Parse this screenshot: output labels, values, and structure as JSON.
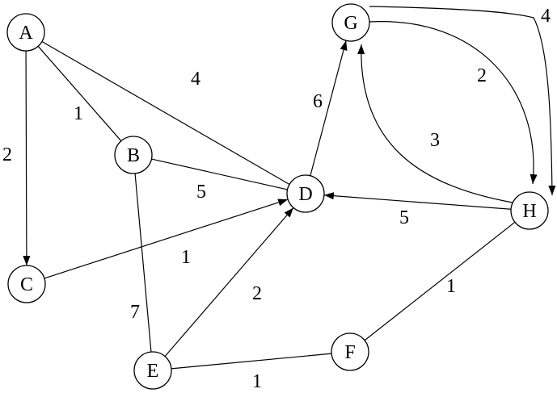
{
  "graph": {
    "nodes": [
      {
        "id": "A",
        "label": "A"
      },
      {
        "id": "B",
        "label": "B"
      },
      {
        "id": "C",
        "label": "C"
      },
      {
        "id": "D",
        "label": "D"
      },
      {
        "id": "E",
        "label": "E"
      },
      {
        "id": "F",
        "label": "F"
      },
      {
        "id": "G",
        "label": "G"
      },
      {
        "id": "H",
        "label": "H"
      }
    ],
    "edges": [
      {
        "from": "A",
        "to": "C",
        "weight": "2",
        "directed": true
      },
      {
        "from": "A",
        "to": "B",
        "weight": "1",
        "directed": false
      },
      {
        "from": "A",
        "to": "D",
        "weight": "4",
        "directed": false
      },
      {
        "from": "B",
        "to": "D",
        "weight": "5",
        "directed": false
      },
      {
        "from": "B",
        "to": "E",
        "weight": "7",
        "directed": false
      },
      {
        "from": "C",
        "to": "D",
        "weight": "1",
        "directed": true
      },
      {
        "from": "E",
        "to": "D",
        "weight": "2",
        "directed": true
      },
      {
        "from": "E",
        "to": "F",
        "weight": "1",
        "directed": false
      },
      {
        "from": "F",
        "to": "H",
        "weight": "1",
        "directed": false
      },
      {
        "from": "H",
        "to": "D",
        "weight": "5",
        "directed": true
      },
      {
        "from": "D",
        "to": "G",
        "weight": "6",
        "directed": true
      },
      {
        "from": "G",
        "to": "H",
        "weight": "2",
        "directed": true
      },
      {
        "from": "H",
        "to": "G",
        "weight": "3",
        "directed": true
      },
      {
        "from": "G",
        "to": "H",
        "weight": "4",
        "directed": true
      }
    ]
  }
}
